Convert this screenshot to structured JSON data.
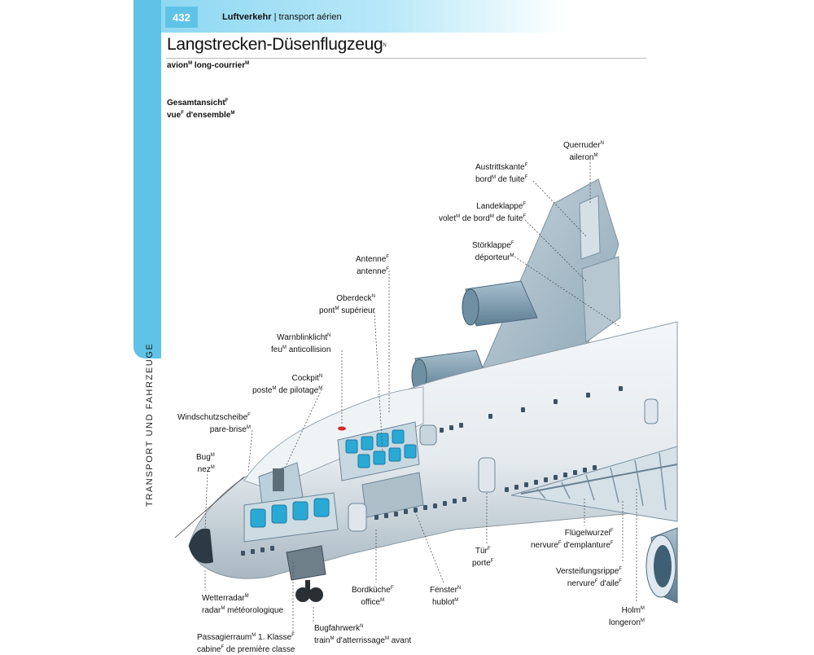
{
  "header": {
    "page_number": "432",
    "section_de": "Luftverkehr",
    "section_fr": "transport aérien",
    "side_label": "TRANSPORT UND FAHRZEUGE"
  },
  "title": {
    "de": "Langstrecken-Düsenflugzeug",
    "de_gender": "N",
    "fr": "avion",
    "fr_gender": "M",
    "fr2": "long-courrier",
    "fr2_gender": "M"
  },
  "view": {
    "de": "Gesamtansicht",
    "de_gender": "F",
    "fr": "vue",
    "fr_gender": "F",
    "fr2": "d'ensemble",
    "fr2_gender": "M"
  },
  "labels": [
    {
      "id": "querruder",
      "de": "Querruder",
      "de_g": "N",
      "fr": "aileron",
      "fr_g": "M"
    },
    {
      "id": "austrittskante",
      "de": "Austrittskante",
      "de_g": "F",
      "fr": "bord",
      "fr_g": "M",
      "fr_rest": "de fuite",
      "fr_rest_g": "F"
    },
    {
      "id": "landeklappe",
      "de": "Landeklappe",
      "de_g": "F",
      "fr": "volet",
      "fr_g": "M",
      "fr_rest": "de bord",
      "fr_rest_g": "M",
      "fr_rest2": "de fuite",
      "fr_rest2_g": "F"
    },
    {
      "id": "stoerklappe",
      "de": "Störklappe",
      "de_g": "F",
      "fr": "déporteur",
      "fr_g": "M"
    },
    {
      "id": "antenne",
      "de": "Antenne",
      "de_g": "F",
      "fr": "antenne",
      "fr_g": "F"
    },
    {
      "id": "oberdeck",
      "de": "Oberdeck",
      "de_g": "N",
      "fr": "pont",
      "fr_g": "M",
      "fr_rest": "supérieur"
    },
    {
      "id": "warnblinklicht",
      "de": "Warnblinklicht",
      "de_g": "N",
      "fr": "feu",
      "fr_g": "M",
      "fr_rest": "anticollision"
    },
    {
      "id": "cockpit",
      "de": "Cockpit",
      "de_g": "N",
      "fr": "poste",
      "fr_g": "M",
      "fr_rest": "de pilotage",
      "fr_rest_g": "M"
    },
    {
      "id": "windschutzscheibe",
      "de": "Windschutzscheibe",
      "de_g": "F",
      "fr": "pare-brise",
      "fr_g": "M"
    },
    {
      "id": "bug",
      "de": "Bug",
      "de_g": "M",
      "fr": "nez",
      "fr_g": "M"
    },
    {
      "id": "wetterradar",
      "de": "Wetterradar",
      "de_g": "M",
      "fr": "radar",
      "fr_g": "M",
      "fr_rest": "météorologique"
    },
    {
      "id": "passagierraum",
      "de": "Passagierraum",
      "de_g": "M",
      "de_rest": "1. Klasse",
      "de_rest_g": "F",
      "fr": "cabine",
      "fr_g": "F",
      "fr_rest": "de première classe"
    },
    {
      "id": "bugfahrwerk",
      "de": "Bugfahrwerk",
      "de_g": "N",
      "fr": "train",
      "fr_g": "M",
      "fr_rest": "d'atterrissage",
      "fr_rest_g": "M",
      "fr_rest2": "avant"
    },
    {
      "id": "bordkueche",
      "de": "Bordküche",
      "de_g": "F",
      "fr": "office",
      "fr_g": "M"
    },
    {
      "id": "fenster",
      "de": "Fenster",
      "de_g": "N",
      "fr": "hublot",
      "fr_g": "M"
    },
    {
      "id": "tuer",
      "de": "Tür",
      "de_g": "F",
      "fr": "porte",
      "fr_g": "F"
    },
    {
      "id": "fluegelwurzel",
      "de": "Flügelwurzel",
      "de_g": "F",
      "fr": "nervure",
      "fr_g": "F",
      "fr_rest": "d'emplanture",
      "fr_rest_g": "F"
    },
    {
      "id": "versteifungsrippe",
      "de": "Versteifungsrippe",
      "de_g": "F",
      "fr": "nervure",
      "fr_g": "F",
      "fr_rest": "d'aile",
      "fr_rest_g": "F"
    },
    {
      "id": "holm",
      "de": "Holm",
      "de_g": "M",
      "fr": "longeron",
      "fr_g": "M"
    }
  ],
  "colors": {
    "accent": "#5ec3e6",
    "fuselage": "#e9eef2",
    "fuselage_shadow": "#b9c6cf",
    "seat": "#29a9d6",
    "engine": "#7f9eb1",
    "leader": "#444444"
  }
}
